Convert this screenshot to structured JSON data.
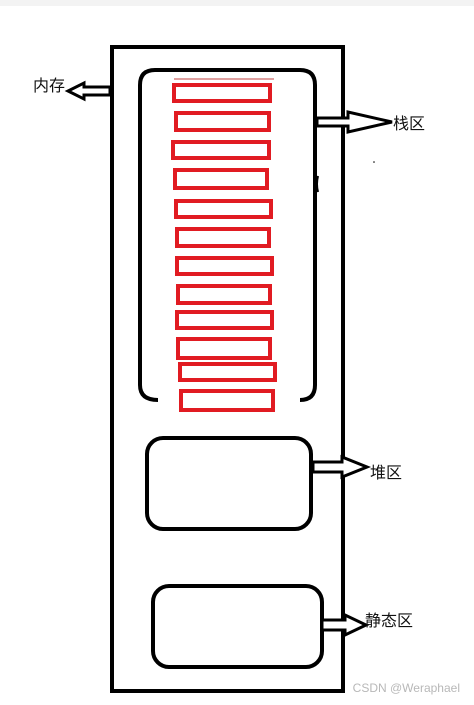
{
  "labels": {
    "memory": "内存",
    "stack": "栈区",
    "heap": "堆区",
    "static": "静态区"
  },
  "watermark": "CSDN @Weraphael",
  "stack_frames_count": 12,
  "colors": {
    "outline": "#000000",
    "frame": "#e11b22"
  }
}
